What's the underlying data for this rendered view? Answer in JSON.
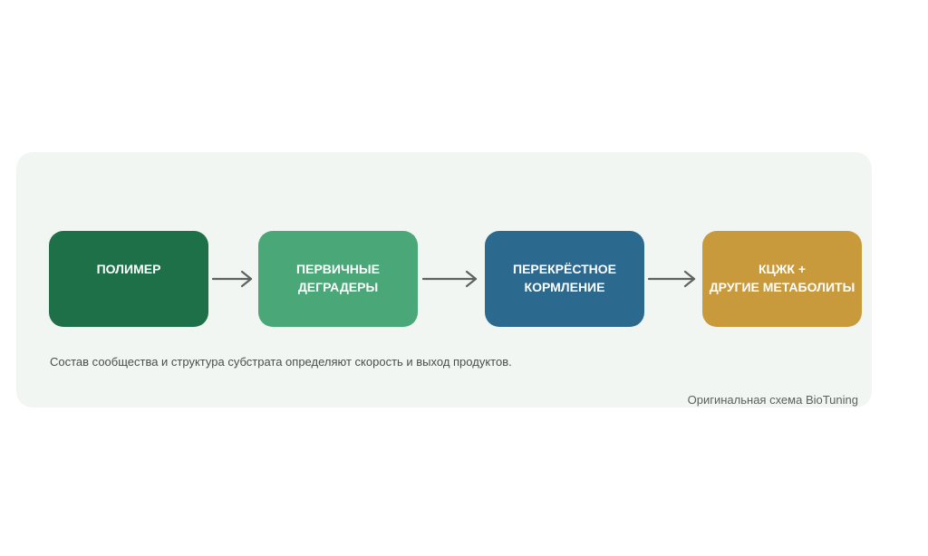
{
  "colors": {
    "panel_bg": "#f2f6f2",
    "arrow": "#5f6360",
    "box_colors": [
      "#1e7048",
      "#4aa778",
      "#2c698f",
      "#c89a3c"
    ]
  },
  "flow": {
    "nodes": [
      {
        "lines": [
          "ПОЛИМЕР"
        ]
      },
      {
        "lines": [
          "ПЕРВИЧНЫЕ",
          "ДЕГРАДЕРЫ"
        ]
      },
      {
        "lines": [
          "ПЕРЕКРЁСТНОЕ",
          "КОРМЛЕНИЕ"
        ]
      },
      {
        "lines": [
          "КЦЖК +",
          "ДРУГИЕ МЕТАБОЛИТЫ"
        ]
      }
    ],
    "arrow_icon": "arrow-right-icon"
  },
  "caption": "Состав сообщества и структура субстрата определяют скорость и выход продуктов.",
  "credit": "Оригинальная схема BioTuning"
}
